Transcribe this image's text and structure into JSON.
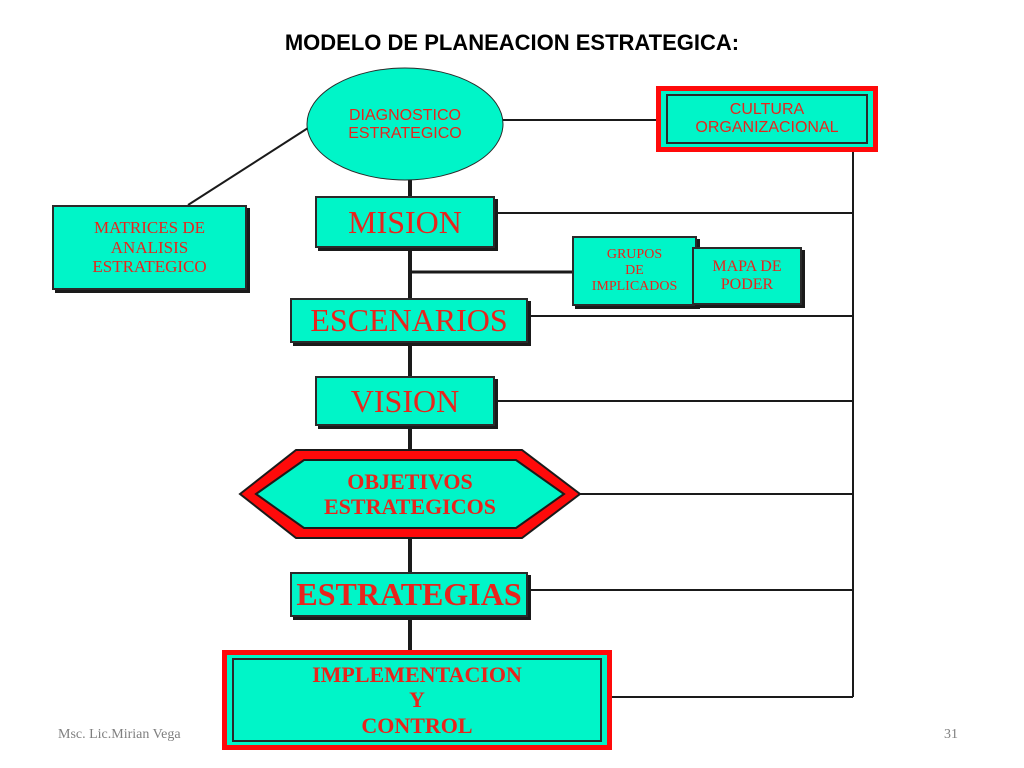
{
  "title": "MODELO DE PLANEACION ESTRATEGICA:",
  "nodes": {
    "diagnostico": "DIAGNOSTICO\nESTRATEGICO",
    "cultura": "CULTURA\nORGANIZACIONAL",
    "matrices": "MATRICES DE\nANALISIS\nESTRATEGICO",
    "mision": "MISION",
    "grupos": "GRUPOS\nDE\nIMPLICADOS",
    "mapa": "MAPA DE\nPODER",
    "escenarios": "ESCENARIOS",
    "vision": "VISION",
    "objetivos": "OBJETIVOS\nESTRATEGICOS",
    "estrategias": "ESTRATEGIAS",
    "implementacion": "IMPLEMENTACION\nY\nCONTROL"
  },
  "footer": {
    "author": "Msc. Lic.Mirian Vega",
    "page": "31"
  },
  "colors": {
    "box_fill": "#00f5c8",
    "text_red": "#e8241c",
    "frame_red": "#ff0a0a",
    "lines": "#1a1a1a"
  }
}
